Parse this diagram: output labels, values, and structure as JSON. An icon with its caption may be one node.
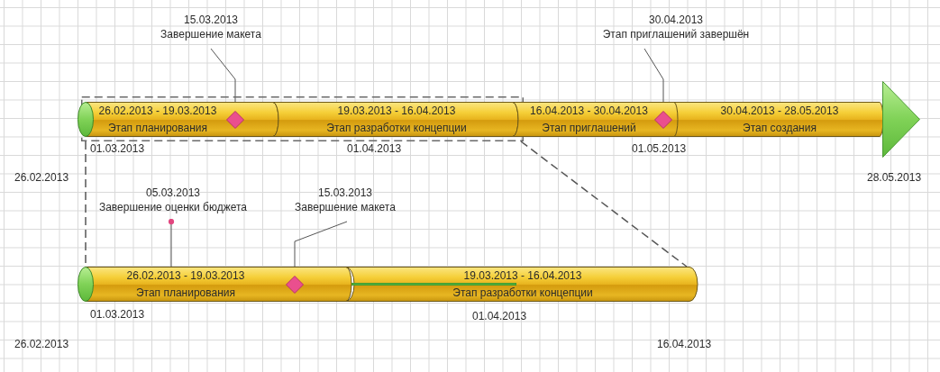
{
  "diagram": {
    "nodes": [
      {
        "text": [
          "15.03.2013",
          "Завершение макета"
        ]
      },
      {
        "text": [
          "30.04.2013",
          "Этап приглашений завершён"
        ]
      },
      {
        "text": [],
        "shape": "box"
      },
      {
        "text": [
          "26.02.2013 - 19.03.2013",
          "Этап планирования"
        ],
        "in": 2
      },
      {
        "text": [],
        "shape": "diamond",
        "in": 3
      },
      {
        "text": [
          "19.03.2013 - 16.04.2013",
          "Этап разработки концепции"
        ],
        "in": 2
      },
      {
        "text": [
          "16.04.2013 - 30.04.2013",
          "Этап приглашений"
        ]
      },
      {
        "text": [],
        "shape": "diamond",
        "in": 6
      },
      {
        "text": [
          "30.04.2013 - 28.05.2013",
          "Этап создания"
        ]
      },
      {
        "text": [
          "05.03.2013",
          "Завершение оценки бюджета"
        ]
      },
      {
        "text": [
          "15.03.2013",
          "Завершение макета"
        ]
      },
      {
        "text": [
          "26.02.2013 - 19.03.2013",
          "Этап планирования"
        ]
      },
      {
        "text": [],
        "shape": "diamond",
        "in": 11
      },
      {
        "text": [
          "19.03.2013 - 16.04.2013",
          "Этап разработки концепции"
        ]
      }
    ],
    "edges": [
      {
        "from": 0,
        "to": 4,
        "arrow": "none"
      },
      {
        "from": 1,
        "to": 7,
        "arrow": "none"
      },
      {
        "from": 2,
        "to": 11,
        "arrow": "none",
        "style": "dashed"
      },
      {
        "from": 2,
        "to": 13,
        "arrow": "none",
        "style": "dashed"
      },
      {
        "from": 9,
        "to": 11,
        "arrow": "other"
      },
      {
        "from": 10,
        "to": 12,
        "arrow": "none"
      }
    ],
    "labels": [
      "01.03.2013",
      "01.04.2013",
      "01.05.2013",
      "26.02.2013",
      "28.05.2013",
      "01.03.2013",
      "01.04.2013",
      "26.02.2013",
      "16.04.2013"
    ]
  }
}
